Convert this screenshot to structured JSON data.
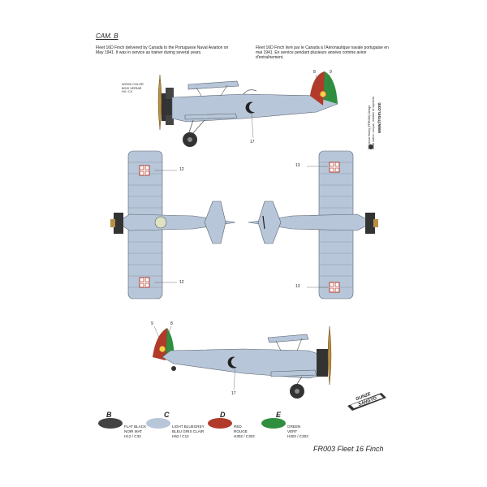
{
  "header": {
    "camo_label": "CAM. B",
    "description_en": "Fleet 16D Finch delivered by Canada to the Portuguese Naval Aviation on May 1941. It was in service as trainer during several years.",
    "description_fr": "Fleet 16D Finch livré par le Canada à l'Aéronautique navale portugaise en mai 1941. En service pendant plusieurs années comme avion d'entraînement."
  },
  "wood_note": {
    "line1": "WOOD COLOR",
    "line2": "BOIS VERNIS",
    "line3": "H4 / C4"
  },
  "callouts": {
    "side_top_8": "8",
    "side_top_9": "9",
    "side_top_17": "17",
    "plan_left_12_top": "12",
    "plan_left_12_bottom": "12",
    "plan_right_13_top": "13",
    "plan_right_13_bottom": "13",
    "side_bottom_9": "9",
    "side_bottom_8": "8",
    "side_bottom_17": "17"
  },
  "sidebar": {
    "line1": "© Special Hobby (FRROM) Design",
    "line2": "Cette notice, conçue, réalisée et imprimée",
    "url": "www.frrom.com"
  },
  "colors": {
    "black": "#333333",
    "bluegrey": "#b7c6d8",
    "red": "#b23a2a",
    "green": "#2f8f3f",
    "wood": "#b78f45"
  },
  "legend": [
    {
      "letter": "B",
      "line1": "FLAT BLACK",
      "line2": "NOIR MAT",
      "line3": "H12 / C33",
      "color": "#424242"
    },
    {
      "letter": "C",
      "line1": "LIGHT BLUEGREY",
      "line2": "BLEU GRIS CLAIR",
      "line3": "H52 / C12",
      "color": "#b7c6d8"
    },
    {
      "letter": "D",
      "line1": "RED",
      "line2": "ROUGE",
      "line3": "H302 / C302",
      "color": "#b23a2a"
    },
    {
      "letter": "E",
      "line1": "GREEN",
      "line2": "VERT",
      "line3": "H302 / C302",
      "color": "#2f8f3f"
    }
  ],
  "logo": {
    "line1": "GUNZE",
    "line2": "SANGYO"
  },
  "footer": {
    "title": "FR003 Fleet 16 Finch"
  }
}
